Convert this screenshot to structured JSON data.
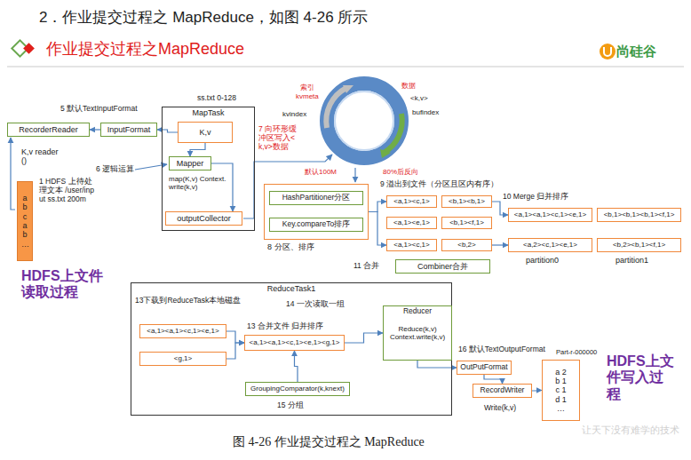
{
  "diagram": {
    "title": "2．作业提交过程之 MapReduce，如图 4-26 所示",
    "caption": "图 4-26 作业提交过程之 MapReduce",
    "nodes": [
      {
        "text": [
          "MapTask"
        ]
      },
      {
        "text": [
          "K,v"
        ],
        "in": 0
      },
      {
        "text": [
          "Mapper"
        ],
        "in": 0
      },
      {
        "text": [
          "outputCollector"
        ],
        "in": 0
      },
      {
        "text": [
          "InputFormat"
        ]
      },
      {
        "text": [
          "RecorderReader"
        ]
      },
      {
        "text": [
          "a b c a b …"
        ]
      },
      {
        "text": [
          "8 分区、排序"
        ]
      },
      {
        "text": [
          "HashPartitioner分区"
        ],
        "in": 7
      },
      {
        "text": [
          "Key.compareTo排序"
        ],
        "in": 7
      },
      {
        "text": [
          "<a,1><c,1>"
        ]
      },
      {
        "text": [
          "<b,1><b,1>"
        ]
      },
      {
        "text": [
          "<a,1><e,1>"
        ]
      },
      {
        "text": [
          "<b,1><f,1>"
        ]
      },
      {
        "text": [
          "<a,1><c,1>"
        ]
      },
      {
        "text": [
          "<b,2>"
        ]
      },
      {
        "text": [
          "<a,1><a,1><c,1><e,1>"
        ]
      },
      {
        "text": [
          "<b,1><b,1><b,1><f,1>"
        ]
      },
      {
        "text": [
          "<a,2><c,1><e,1>"
        ]
      },
      {
        "text": [
          "<b,2><b,1><f,1>"
        ]
      },
      {
        "text": [
          "Combiner合并"
        ]
      },
      {
        "text": [
          "ReduceTask1"
        ]
      },
      {
        "text": [
          "<a,1><a,1><c,1><e,1>"
        ],
        "in": 21
      },
      {
        "text": [
          "<g,1>"
        ],
        "in": 21
      },
      {
        "text": [
          "<a,1><a,1><c,1><e,1><g,1>"
        ],
        "in": 21
      },
      {
        "text": [
          "GroupingComparator(k,knext)"
        ],
        "in": 21
      },
      {
        "text": [
          "Reducer",
          "Reduce(k,v) Context.write(k,v)"
        ],
        "in": 21
      },
      {
        "text": [
          "OutPutFormat"
        ]
      },
      {
        "text": [
          "RecordWriter"
        ]
      },
      {
        "text": [
          "a 2 b 1 c 1 d 1 …"
        ]
      }
    ],
    "edges": [
      {
        "from": 4,
        "to": 5,
        "arrow": "to"
      },
      {
        "from": 1,
        "to": 4,
        "arrow": "to"
      },
      {
        "from": 1,
        "to": 2,
        "arrow": "to"
      },
      {
        "from": 2,
        "to": 3,
        "arrow": "to"
      },
      {
        "from": 7,
        "to": 10,
        "arrow": "to"
      },
      {
        "from": 7,
        "to": 14,
        "arrow": "to"
      },
      {
        "from": 11,
        "to": 16,
        "arrow": "to"
      },
      {
        "from": 15,
        "to": 18,
        "arrow": "to"
      },
      {
        "from": 22,
        "to": 24,
        "arrow": "to"
      },
      {
        "from": 23,
        "to": 24,
        "arrow": "to"
      },
      {
        "from": 24,
        "to": 26,
        "arrow": "to"
      },
      {
        "from": 25,
        "to": 24,
        "arrow": "to"
      },
      {
        "from": 26,
        "to": 27,
        "arrow": "to"
      },
      {
        "from": 27,
        "to": 28,
        "arrow": "to"
      },
      {
        "from": 28,
        "to": 29,
        "arrow": "to"
      }
    ],
    "labels": [
      "作业提交过程之MapReduce",
      "尚硅谷",
      "5 默认TextInputFormat",
      "ss.txt 0-128",
      "K,v reader()",
      "1 HDFS 上待处理文本 /user/input ss.txt 200m",
      "6 逻辑运算",
      "map(K,v) Context.write(k,v)",
      "HDFS上文件读取过程",
      "索引",
      "kvmeta",
      "kvindex",
      "数据",
      "<k,v>",
      "bufindex",
      "7 向环形缓冲区写入<k,v>数据",
      "默认100M",
      "80%后反向",
      "9 溢出到文件（分区且区内有序）",
      "10 Merge 归并排序",
      "partition0",
      "partition1",
      "11 合并",
      "13下载到ReduceTask本地磁盘",
      "14 一次读取一组",
      "13 合并文件 归并排序",
      "15 分组",
      "16 默认TextOutputFormat",
      "Part-r-000000",
      "Write(k,v)",
      "HDFS上文件写入过程",
      "让天下没有难学的技术"
    ]
  }
}
